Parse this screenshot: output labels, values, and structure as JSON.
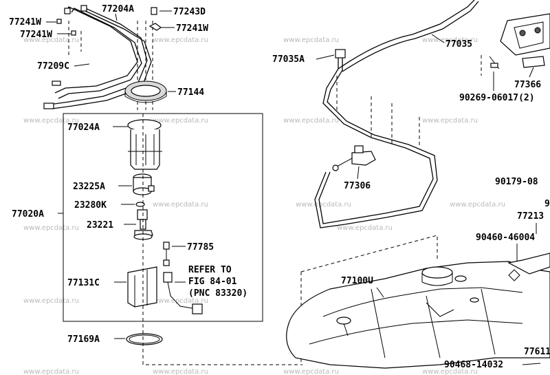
{
  "watermark": "www.epcdata.ru",
  "labels": {
    "p77241W_a": "77241W",
    "p77204A": "77204A",
    "p77243D": "77243D",
    "p77241W_b": "77241W",
    "p77241W_c": "77241W",
    "p77209C": "77209C",
    "p77144": "77144",
    "p77024A": "77024A",
    "p23225A": "23225A",
    "p23280K": "23280K",
    "p23221": "23221",
    "p77020A": "77020A",
    "p77785": "77785",
    "p77131C": "77131C",
    "p77169A": "77169A",
    "p77035A": "77035A",
    "p77035": "77035",
    "p77366": "77366",
    "p90269": "90269-06017(2)",
    "p77306": "77306",
    "p90179": "90179-08",
    "p9x": "9",
    "p77213": "77213",
    "p90460": "90460-46004",
    "p77100U": "77100U",
    "p77611": "77611",
    "p90468": "90468-14032"
  },
  "reference": {
    "line1": "REFER TO",
    "line2": "FIG 84-01",
    "line3": "(PNC 83320)"
  }
}
